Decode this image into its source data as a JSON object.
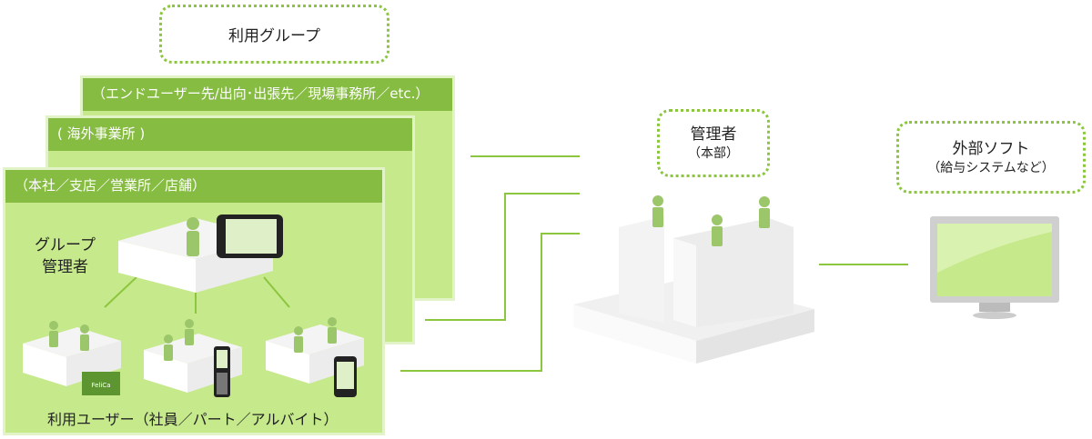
{
  "title_box": {
    "label": "利用グループ"
  },
  "groups": [
    {
      "header": "（エンドユーザー先/出向･出張先／現場事務所／etc.）"
    },
    {
      "header": "( 海外事業所 )"
    },
    {
      "header": "（本社／支店／営業所／店舗）"
    }
  ],
  "group_admin": {
    "line1": "グループ",
    "line2": "管理者"
  },
  "users_label": "利用ユーザー（社員／パート／アルバイト）",
  "felica_label": "FeliCa",
  "hq": {
    "line1": "管理者",
    "line2": "（本部）"
  },
  "external": {
    "line1": "外部ソフト",
    "line2": "（給与システムなど）"
  },
  "colors": {
    "dark_green": "#86bc42",
    "light_green": "#c6e98c",
    "person": "#9cc66a"
  }
}
